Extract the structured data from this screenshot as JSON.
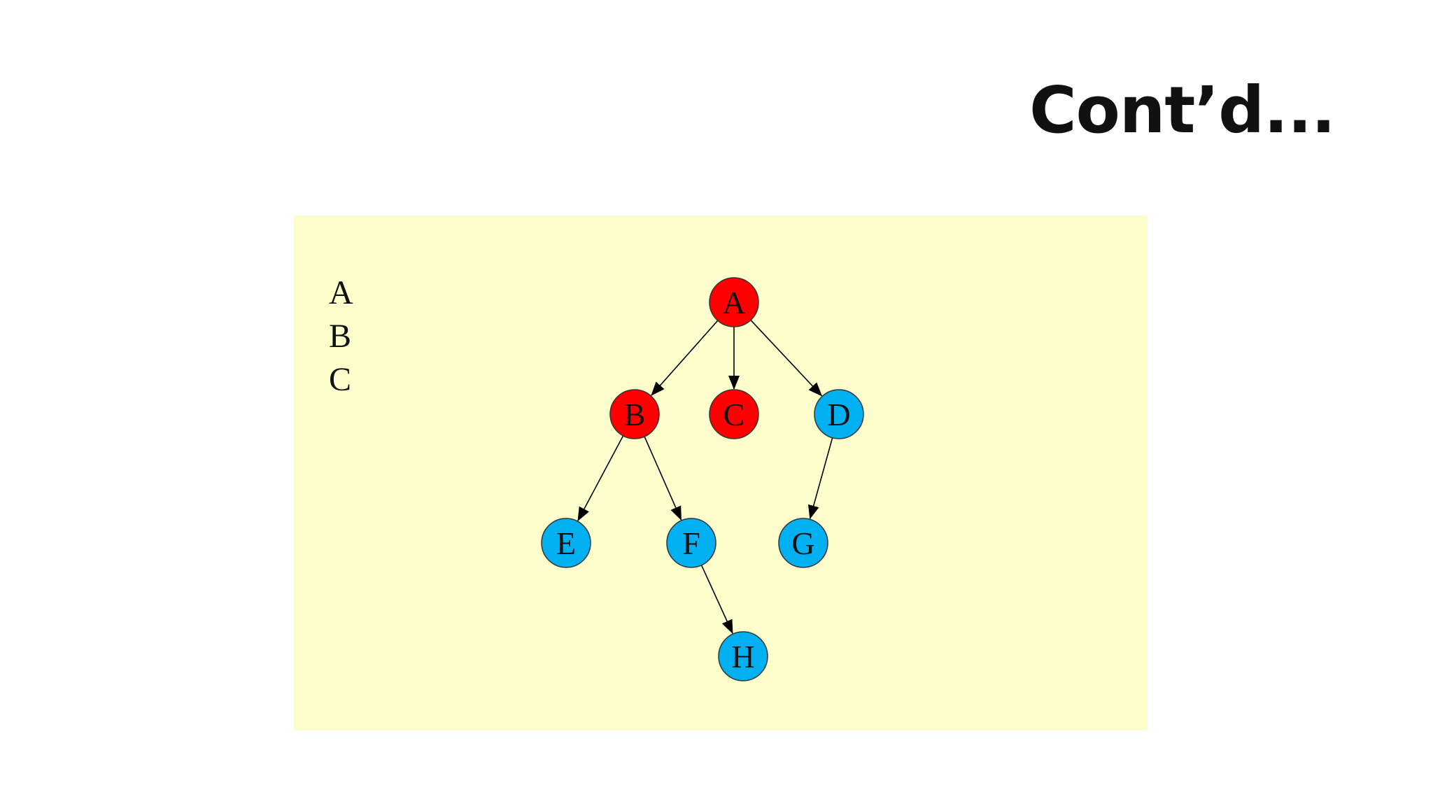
{
  "slide": {
    "title": "Cont’d..."
  },
  "panel": {
    "background": "#fefdcc"
  },
  "visited_list": [
    "A",
    "B",
    "C"
  ],
  "colors": {
    "visited": "#ff0000",
    "unvisited": "#00b0f0",
    "stroke": "#333333",
    "edge": "#000000"
  },
  "graph": {
    "nodes": [
      {
        "id": "A",
        "label": "A",
        "state": "visited"
      },
      {
        "id": "B",
        "label": "B",
        "state": "visited"
      },
      {
        "id": "C",
        "label": "C",
        "state": "visited"
      },
      {
        "id": "D",
        "label": "D",
        "state": "unvisited"
      },
      {
        "id": "E",
        "label": "E",
        "state": "unvisited"
      },
      {
        "id": "F",
        "label": "F",
        "state": "unvisited"
      },
      {
        "id": "G",
        "label": "G",
        "state": "unvisited"
      },
      {
        "id": "H",
        "label": "H",
        "state": "unvisited"
      }
    ],
    "edges": [
      {
        "from": "A",
        "to": "B"
      },
      {
        "from": "A",
        "to": "C"
      },
      {
        "from": "A",
        "to": "D"
      },
      {
        "from": "B",
        "to": "E"
      },
      {
        "from": "B",
        "to": "F"
      },
      {
        "from": "D",
        "to": "G"
      },
      {
        "from": "F",
        "to": "H"
      }
    ]
  }
}
